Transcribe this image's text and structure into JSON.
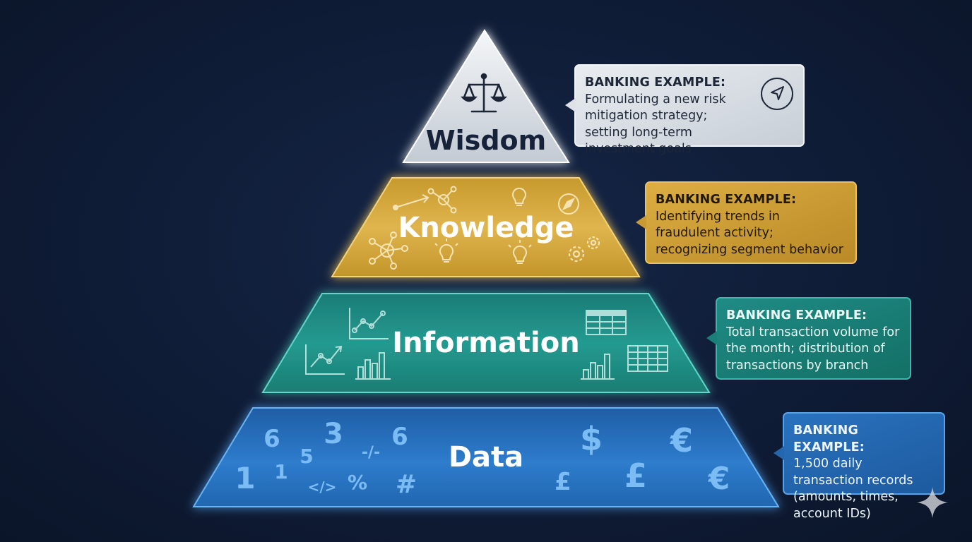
{
  "pyramid": {
    "tiers": [
      {
        "id": "wisdom",
        "label": "Wisdom"
      },
      {
        "id": "knowledge",
        "label": "Knowledge"
      },
      {
        "id": "information",
        "label": "Information"
      },
      {
        "id": "data",
        "label": "Data"
      }
    ],
    "data_glyphs": [
      "6",
      "3",
      "6",
      "1",
      "1",
      "5",
      "-/-",
      "%",
      "#",
      "</>",
      "$",
      "€",
      "£",
      "£",
      "€"
    ]
  },
  "callouts": {
    "wisdom": {
      "title": "BANKING EXAMPLE:",
      "body": "Formulating a new risk mitigation strategy; setting long-term investment goals",
      "icon": "navigation-arrow-icon"
    },
    "knowledge": {
      "title": "BANKING EXAMPLE:",
      "body": "Identifying trends in fraudulent activity; recognizing segment behavior"
    },
    "information": {
      "title": "BANKING EXAMPLE:",
      "body": "Total transaction volume for the month; distribution of transactions by branch"
    },
    "data": {
      "title": "BANKING EXAMPLE:",
      "body": "1,500 daily transaction records (amounts, times, account IDs)"
    }
  },
  "colors": {
    "background": "#0f1c36",
    "wisdom": "#d9dee4",
    "knowledge": "#d4a63a",
    "information": "#1f8c84",
    "data": "#2a74c4"
  },
  "icons": [
    "scales-icon",
    "network-icon",
    "lightbulb-icon",
    "compass-icon",
    "gears-icon",
    "line-chart-icon",
    "bar-chart-icon",
    "table-icon",
    "sparkle-icon"
  ]
}
